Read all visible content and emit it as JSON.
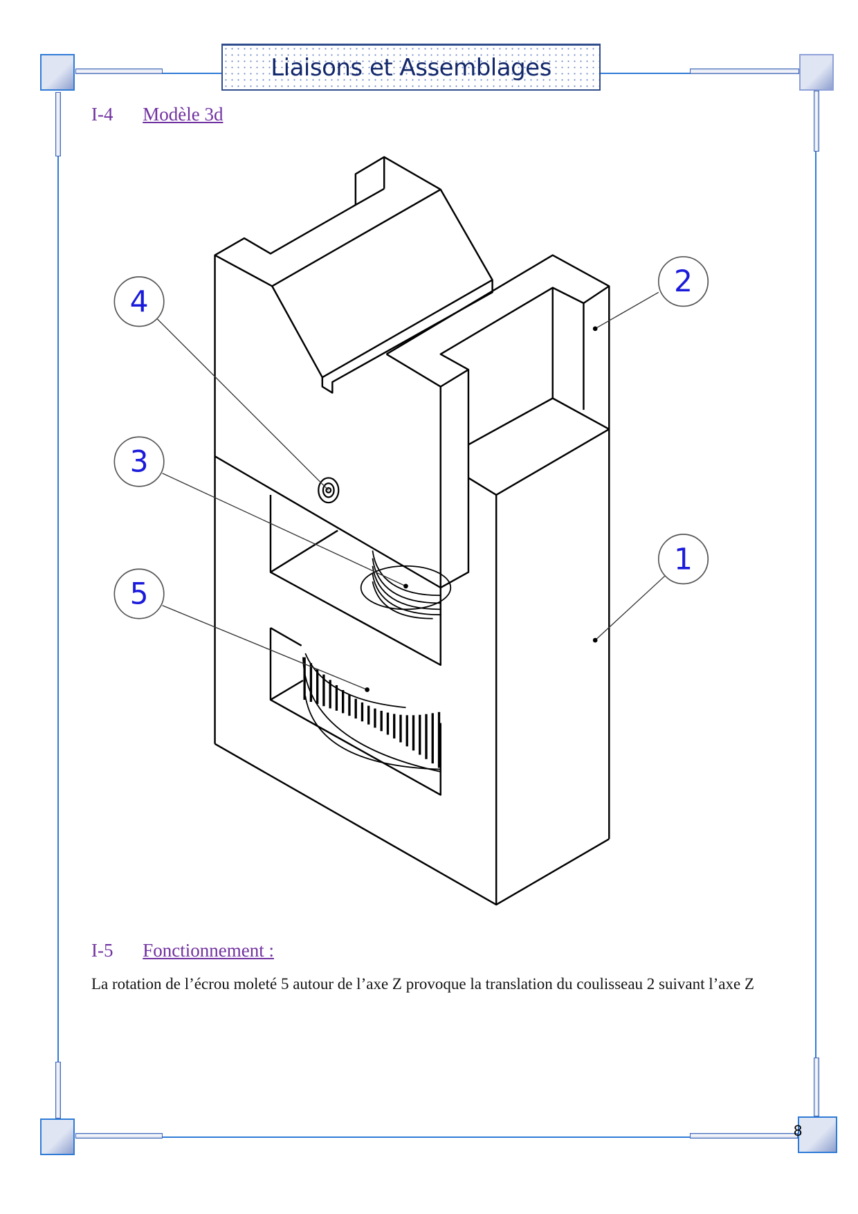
{
  "header": {
    "title": "Liaisons et Assemblages"
  },
  "section_model": {
    "number": "I-4",
    "title": "Modèle 3d"
  },
  "figure": {
    "balloons": [
      "1",
      "2",
      "3",
      "4",
      "5"
    ]
  },
  "section_function": {
    "number": "I-5",
    "title": "Fonctionnement :",
    "body": "La rotation de l’écrou moleté 5 autour de l’axe Z provoque la translation du coulisseau 2 suivant l’axe Z"
  },
  "footer": {
    "page_number": "8"
  },
  "colors": {
    "frame": "#2e7bd6",
    "heading": "#7030a0",
    "title": "#13286b",
    "balloon_text": "#1a1adb"
  }
}
